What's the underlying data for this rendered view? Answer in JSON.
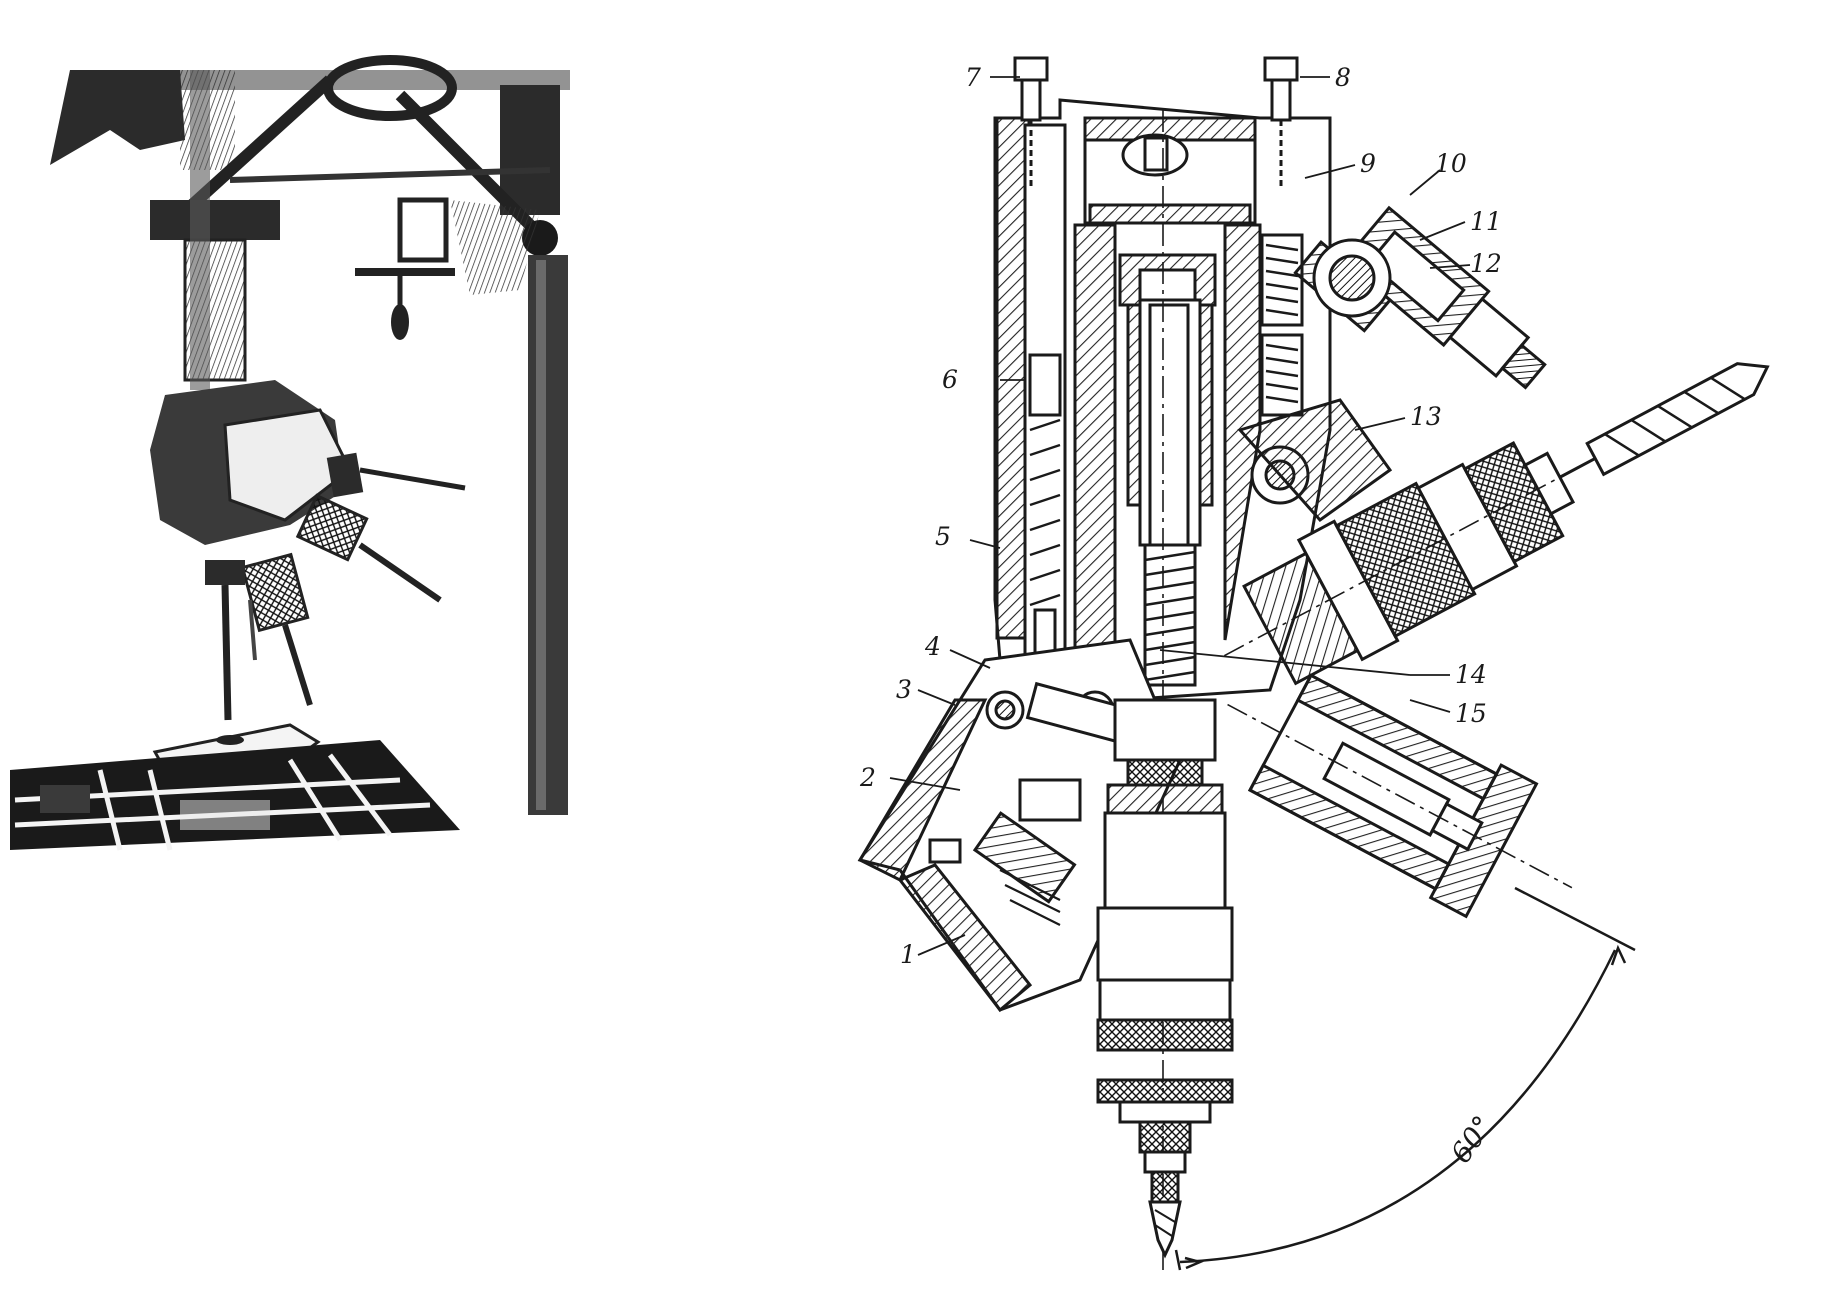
{
  "figure": {
    "callouts": [
      {
        "id": "1",
        "label": "1"
      },
      {
        "id": "2",
        "label": "2"
      },
      {
        "id": "3",
        "label": "3"
      },
      {
        "id": "4",
        "label": "4"
      },
      {
        "id": "5",
        "label": "5"
      },
      {
        "id": "6",
        "label": "6"
      },
      {
        "id": "7",
        "label": "7"
      },
      {
        "id": "8",
        "label": "8"
      },
      {
        "id": "9",
        "label": "9"
      },
      {
        "id": "10",
        "label": "10"
      },
      {
        "id": "11",
        "label": "11"
      },
      {
        "id": "12",
        "label": "12"
      },
      {
        "id": "13",
        "label": "13"
      },
      {
        "id": "14",
        "label": "14"
      },
      {
        "id": "15",
        "label": "15"
      }
    ],
    "angle_label": "60°"
  },
  "colors": {
    "ink": "#1a1a1a",
    "dark_fill": "#2b2b2b",
    "paper": "#ffffff"
  }
}
